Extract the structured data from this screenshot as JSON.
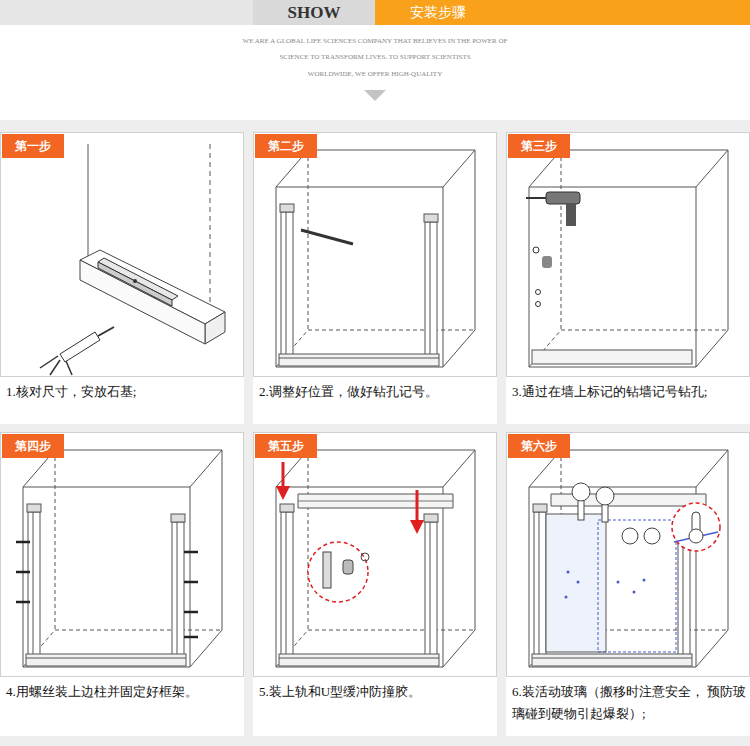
{
  "diagram": {
    "nodes": [
      {
        "text": [
          "SHOW"
        ]
      },
      {
        "text": [
          "安装步骤"
        ]
      },
      {
        "text": [
          "1.核对尺寸，安放石基;"
        ]
      },
      {
        "text": [
          "第一步"
        ],
        "in": 2
      },
      {
        "text": [
          "2.调整好位置，做好钻孔记号。"
        ]
      },
      {
        "text": [
          "第二步"
        ],
        "in": 4
      },
      {
        "text": [
          "3.通过在墙上标记的钻墙记号钻孔;"
        ]
      },
      {
        "text": [
          "第三步"
        ],
        "in": 6
      },
      {
        "text": [
          "4.用螺丝装上边柱并固定好框架。"
        ]
      },
      {
        "text": [
          "第四步"
        ],
        "in": 8
      },
      {
        "text": [
          "5.装上轨和U型缓冲防撞胶。"
        ]
      },
      {
        "text": [
          "第五步"
        ],
        "in": 10
      },
      {
        "text": [
          "6.装活动玻璃（搬移时注意安全， 预防玻璃碰到硬物引起爆裂）;"
        ]
      },
      {
        "text": [
          "第六步"
        ],
        "in": 12
      }
    ],
    "labels": [
      "WE ARE A GLOBAL LIFE SCIENCES COMPANY THAT BELIEVES IN THE POWER OF",
      "SCIENCE TO TRANSFORM LIVES. TO SUPPORT SCIENTISTS",
      "WORLDWIDE, WE OFFER HIGH-QUALITY"
    ]
  }
}
